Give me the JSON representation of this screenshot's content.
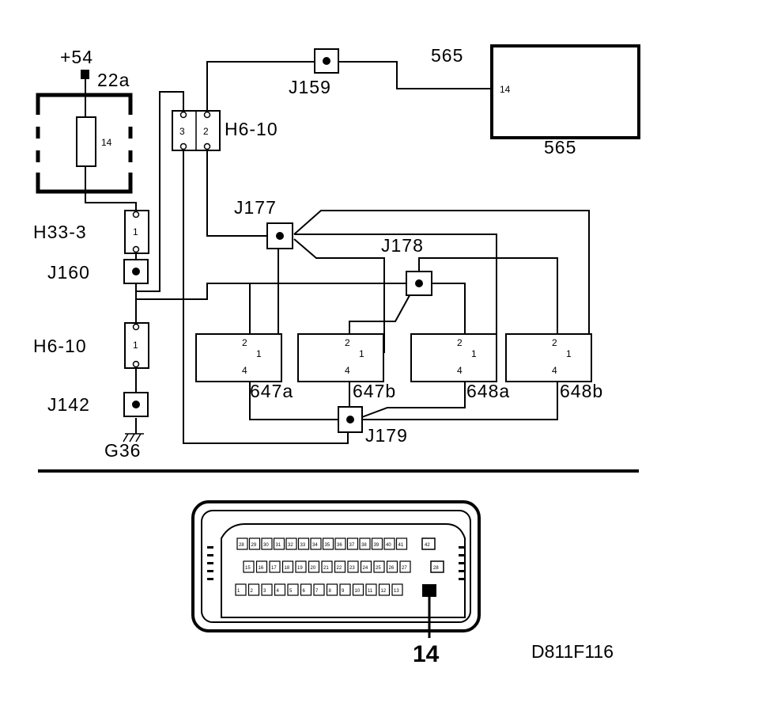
{
  "supply": {
    "voltage": "+54",
    "terminal": "22a"
  },
  "fuse": {
    "pin": "14"
  },
  "connectors": {
    "h6_10_top": {
      "label": "H6-10",
      "pin_left": "3",
      "pin_right": "2"
    },
    "h33_3": {
      "label": "H33-3",
      "pin": "1"
    },
    "h6_10_left": {
      "label": "H6-10",
      "pin": "1"
    }
  },
  "junctions": {
    "j159": "J159",
    "j160": "J160",
    "j177": "J177",
    "j178": "J178",
    "j179": "J179",
    "j142": "J142"
  },
  "ground": "G36",
  "ecu": {
    "label_top": "565",
    "label_bottom": "565",
    "pin": "14"
  },
  "injectors": [
    {
      "label": "647a",
      "pin2": "2",
      "pin1": "1",
      "pin4": "4"
    },
    {
      "label": "647b",
      "pin2": "2",
      "pin1": "1",
      "pin4": "4"
    },
    {
      "label": "648a",
      "pin2": "2",
      "pin1": "1",
      "pin4": "4"
    },
    {
      "label": "648b",
      "pin2": "2",
      "pin1": "1",
      "pin4": "4"
    }
  ],
  "plug": {
    "row1": [
      "28",
      "29",
      "30",
      "31",
      "32",
      "33",
      "34",
      "35",
      "36",
      "37",
      "38",
      "39",
      "40",
      "41"
    ],
    "row1_end": "42",
    "row2": [
      "15",
      "16",
      "17",
      "18",
      "19",
      "20",
      "21",
      "22",
      "23",
      "24",
      "25",
      "26",
      "27"
    ],
    "row2_end": "28",
    "row3": [
      "1",
      "2",
      "3",
      "4",
      "5",
      "6",
      "7",
      "8",
      "9",
      "10",
      "11",
      "12",
      "13"
    ],
    "callout": "14"
  },
  "figure_code": "D811F116"
}
